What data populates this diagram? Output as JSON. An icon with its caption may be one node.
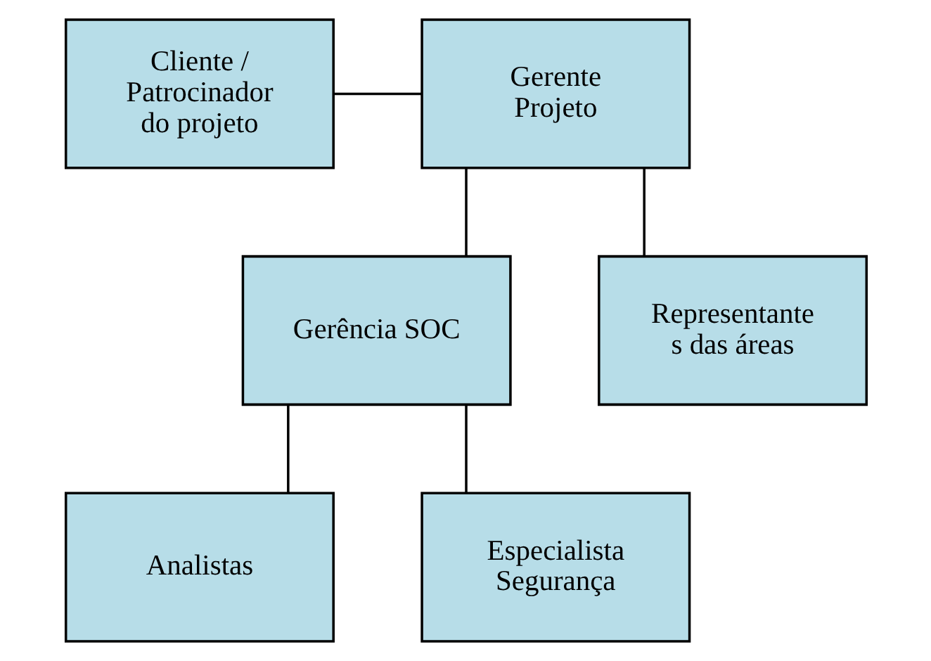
{
  "diagram": {
    "nodes": [
      {
        "text": [
          "Cliente / Patrocinador do projeto"
        ]
      },
      {
        "text": [
          "Gerente Projeto"
        ]
      },
      {
        "text": [
          "Gerência SOC"
        ]
      },
      {
        "text": [
          "Representante s das áreas"
        ]
      },
      {
        "text": [
          "Analistas"
        ]
      },
      {
        "text": [
          "Especialista Segurança"
        ]
      }
    ],
    "edges": [
      {
        "from": 0,
        "to": 1,
        "arrow": "none"
      },
      {
        "from": 1,
        "to": 2,
        "arrow": "none"
      },
      {
        "from": 1,
        "to": 3,
        "arrow": "none"
      },
      {
        "from": 2,
        "to": 4,
        "arrow": "none"
      },
      {
        "from": 2,
        "to": 5,
        "arrow": "none"
      }
    ]
  }
}
